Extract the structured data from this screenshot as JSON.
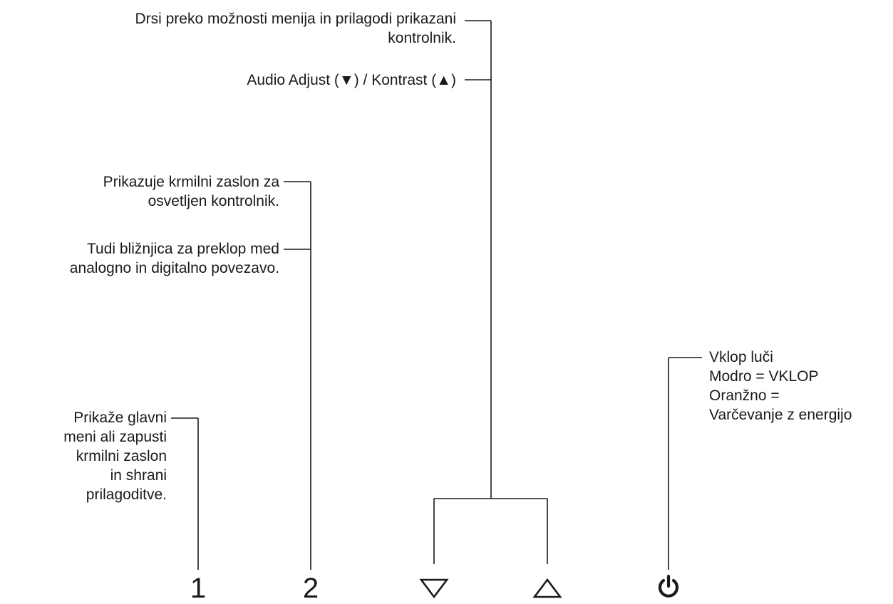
{
  "labels": {
    "navigate": "Drsi preko možnosti menija in prilagodi prikazani\nkontrolnik.",
    "audio_contrast": "Audio Adjust (▼) / Kontrast (▲)",
    "show_control": "Prikazuje krmilni zaslon za\nosvetljen kontrolnik.",
    "shortcut": "Tudi bližnjica za preklop med\nanalogno in digitalno povezavo.",
    "main_menu": "Prikaže glavni\nmeni ali zapusti\nkrmilni zaslon\nin shrani\nprilagoditve.",
    "power_light": "Vklop luči\nModro = VKLOP\nOranžno =\nVarčevanje z energijo"
  },
  "buttons": {
    "button_1": "1",
    "button_2": "2",
    "down_icon": "down-triangle-icon",
    "up_icon": "up-triangle-icon",
    "power_icon": "power-icon"
  },
  "colors": {
    "line": "#1a1a1a",
    "text": "#1a1a1a",
    "background": "#ffffff"
  }
}
